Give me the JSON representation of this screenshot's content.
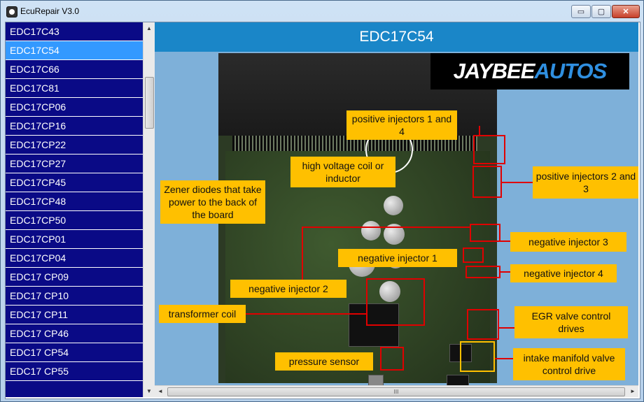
{
  "window": {
    "title": "EcuRepair V3.0",
    "controls": {
      "minimize": "▭",
      "maximize": "▢",
      "close": "✕"
    }
  },
  "sidebar": {
    "items": [
      {
        "label": "EDC17C43"
      },
      {
        "label": "EDC17C54",
        "selected": true
      },
      {
        "label": "EDC17C66"
      },
      {
        "label": "EDC17C81"
      },
      {
        "label": "EDC17CP06"
      },
      {
        "label": "EDC17CP16"
      },
      {
        "label": "EDC17CP22"
      },
      {
        "label": "EDC17CP27"
      },
      {
        "label": "EDC17CP45"
      },
      {
        "label": "EDC17CP48"
      },
      {
        "label": "EDC17CP50"
      },
      {
        "label": "EDC17CP01"
      },
      {
        "label": "EDC17CP04"
      },
      {
        "label": "EDC17 CP09"
      },
      {
        "label": "EDC17 CP10"
      },
      {
        "label": "EDC17 CP11"
      },
      {
        "label": "EDC17 CP46"
      },
      {
        "label": "EDC17 CP54"
      },
      {
        "label": "EDC17 CP55"
      }
    ],
    "scroll_up": "▲",
    "scroll_down": "▼"
  },
  "main": {
    "header": "EDC17C54",
    "logo": {
      "part1": "JAYBEE",
      "part2": "AUTOS"
    },
    "labels": {
      "pos_inj_1_4": "positive injectors 1 and 4",
      "pos_inj_2_3": "positive injectors 2 and 3",
      "hv_coil": "high voltage coil or inductor",
      "zener": "Zener diodes that take power to the back of the board",
      "neg_inj_3": "negative injector 3",
      "neg_inj_1": "negative injector 1",
      "neg_inj_4": "negative injector 4",
      "neg_inj_2": "negative injector 2",
      "transformer": "transformer coil",
      "egr": "EGR valve control drives",
      "pressure": "pressure sensor",
      "intake": "intake manifold valve control drive"
    },
    "hscroll": {
      "left": "◄",
      "right": "►",
      "grip": "III"
    }
  },
  "colors": {
    "sidebar_bg": "#0a0a86",
    "selected": "#3399ff",
    "header": "#1a86c8",
    "label": "#ffc000",
    "highlight": "#e00000"
  }
}
